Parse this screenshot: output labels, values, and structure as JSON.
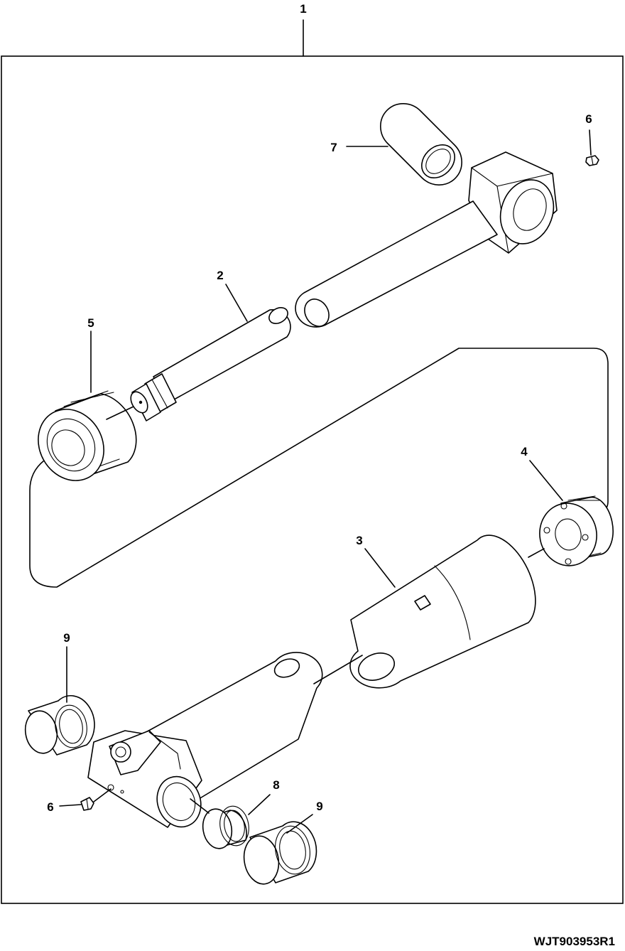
{
  "diagram": {
    "assembly_callout": "1",
    "figure_id": "WJT903953R1",
    "callouts": [
      {
        "id": "rod",
        "label": "2"
      },
      {
        "id": "barrel",
        "label": "3"
      },
      {
        "id": "piston",
        "label": "4"
      },
      {
        "id": "gland",
        "label": "5"
      },
      {
        "id": "grease-fitting-top",
        "label": "6"
      },
      {
        "id": "grease-fitting-bottom",
        "label": "6"
      },
      {
        "id": "rod-bushing",
        "label": "7"
      },
      {
        "id": "barrel-bushing",
        "label": "8"
      },
      {
        "id": "dust-seal-left",
        "label": "9"
      },
      {
        "id": "dust-seal-right",
        "label": "9"
      }
    ]
  }
}
